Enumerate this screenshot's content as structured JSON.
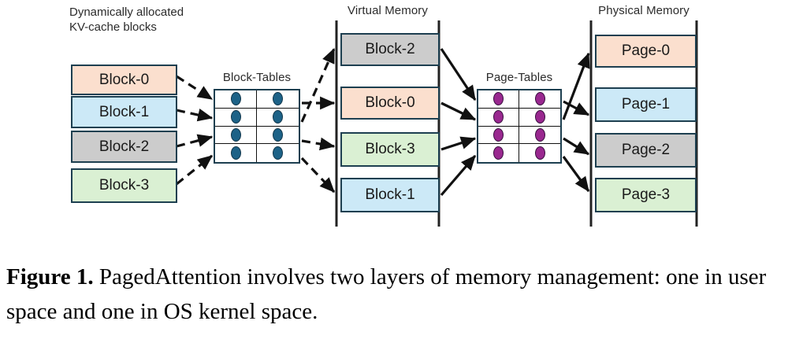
{
  "figure": {
    "caption_label": "Figure 1.",
    "caption_text": " PagedAttention involves two layers of memory management: one in user space and one in OS kernel space."
  },
  "colors": {
    "peach": "#fbdfce",
    "blue": "#cce9f7",
    "gray": "#cccccc",
    "green": "#daf0d3",
    "border": "#1d3f50",
    "rail": "#222222",
    "teal_dot": "#1d6287",
    "purple_dot": "#99288f",
    "text": "#1a1a1a",
    "title_text": "#2b2b2b"
  },
  "kv_cache": {
    "title_line1": "Dynamically allocated",
    "title_line2": "KV-cache blocks",
    "blocks": [
      {
        "label": "Block-0",
        "color": "#fbdfce"
      },
      {
        "label": "Block-1",
        "color": "#cce9f7"
      },
      {
        "label": "Block-2",
        "color": "#cccccc"
      },
      {
        "label": "Block-3",
        "color": "#daf0d3"
      }
    ]
  },
  "block_tables": {
    "title": "Block-Tables",
    "rows": 4,
    "cols": 2,
    "dot_color": "#1d6287",
    "dot_icon": "ellipse-icon"
  },
  "virtual_memory": {
    "title": "Virtual Memory",
    "blocks": [
      {
        "label": "Block-2",
        "color": "#cccccc"
      },
      {
        "label": "Block-0",
        "color": "#fbdfce"
      },
      {
        "label": "Block-3",
        "color": "#daf0d3"
      },
      {
        "label": "Block-1",
        "color": "#cce9f7"
      }
    ]
  },
  "page_tables": {
    "title": "Page-Tables",
    "rows": 4,
    "cols": 2,
    "dot_color": "#99288f",
    "dot_icon": "ellipse-icon"
  },
  "physical_memory": {
    "title": "Physical Memory",
    "pages": [
      {
        "label": "Page-0",
        "color": "#fbdfce"
      },
      {
        "label": "Page-1",
        "color": "#cce9f7"
      },
      {
        "label": "Page-2",
        "color": "#cccccc"
      },
      {
        "label": "Page-3",
        "color": "#daf0d3"
      }
    ]
  },
  "connections": {
    "kv_to_block_tables": {
      "style": "dashed",
      "edges": [
        {
          "from": "Block-0",
          "to": "block-table-row-1"
        },
        {
          "from": "Block-1",
          "to": "block-table-row-2"
        },
        {
          "from": "Block-2",
          "to": "block-table-row-3"
        },
        {
          "from": "Block-3",
          "to": "block-table-row-4"
        }
      ]
    },
    "block_tables_to_virtual": {
      "style": "dashed",
      "edges": [
        {
          "from": "block-table-row-1",
          "to": "Block-0"
        },
        {
          "from": "block-table-row-2",
          "to": "Block-2"
        },
        {
          "from": "block-table-row-3",
          "to": "Block-3"
        },
        {
          "from": "block-table-row-4",
          "to": "Block-1"
        }
      ]
    },
    "virtual_to_page_tables": {
      "style": "solid",
      "edges": [
        {
          "from": "Block-2",
          "to": "page-table-row-1"
        },
        {
          "from": "Block-0",
          "to": "page-table-row-2"
        },
        {
          "from": "Block-3",
          "to": "page-table-row-3"
        },
        {
          "from": "Block-1",
          "to": "page-table-row-4"
        }
      ]
    },
    "page_tables_to_physical": {
      "style": "solid",
      "edges": [
        {
          "from": "page-table-row-1",
          "to": "Page-1"
        },
        {
          "from": "page-table-row-2",
          "to": "Page-0"
        },
        {
          "from": "page-table-row-3",
          "to": "Page-2"
        },
        {
          "from": "page-table-row-4",
          "to": "Page-3"
        }
      ]
    }
  }
}
